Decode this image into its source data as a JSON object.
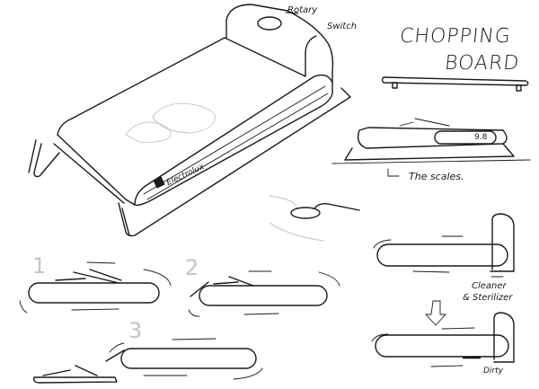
{
  "title": {
    "line1": "CHOPPING",
    "line2": "BOARD"
  },
  "annotations": {
    "rotary": "Rotary",
    "switch": "Switch",
    "scales": "The scales.",
    "scale_display": "9.8",
    "cleaner": "Cleaner",
    "sterilizer": "& Sterilizer",
    "dirty": "Dirty",
    "brand": "Electrolux"
  },
  "steps": [
    "1",
    "2",
    "3"
  ]
}
